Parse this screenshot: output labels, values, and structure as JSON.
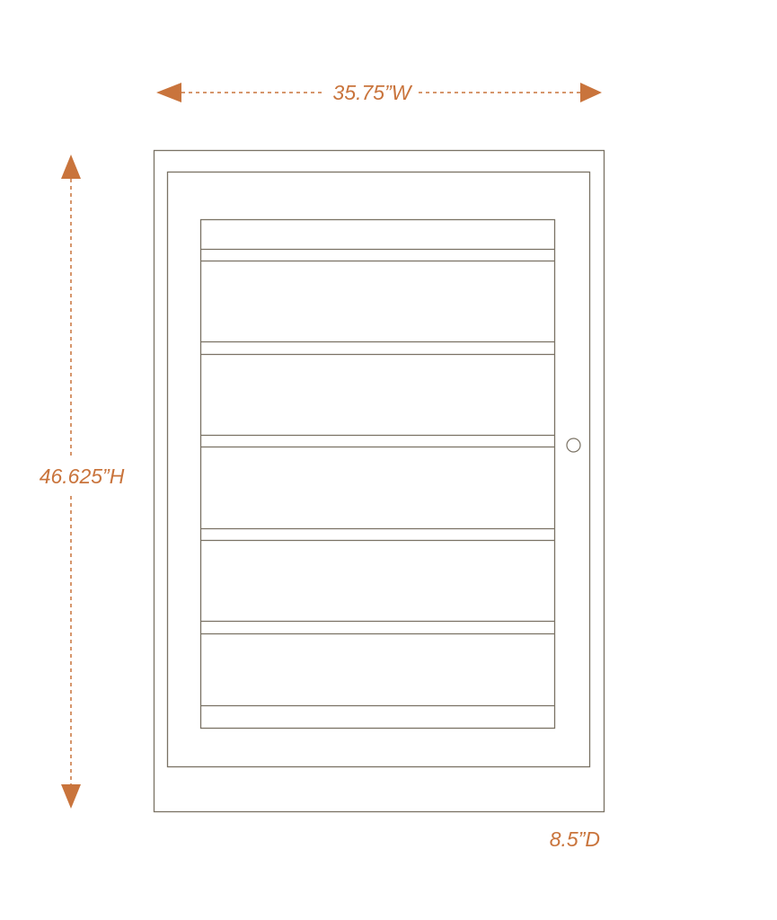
{
  "dimensions": {
    "width": "35.75”W",
    "height": "46.625”H",
    "depth": "8.5”D"
  },
  "colors": {
    "accent": "#c9743c",
    "line": "#7a7264",
    "background": "#ffffff"
  },
  "cabinet": {
    "shelf_count": 5,
    "door_knob": true
  }
}
